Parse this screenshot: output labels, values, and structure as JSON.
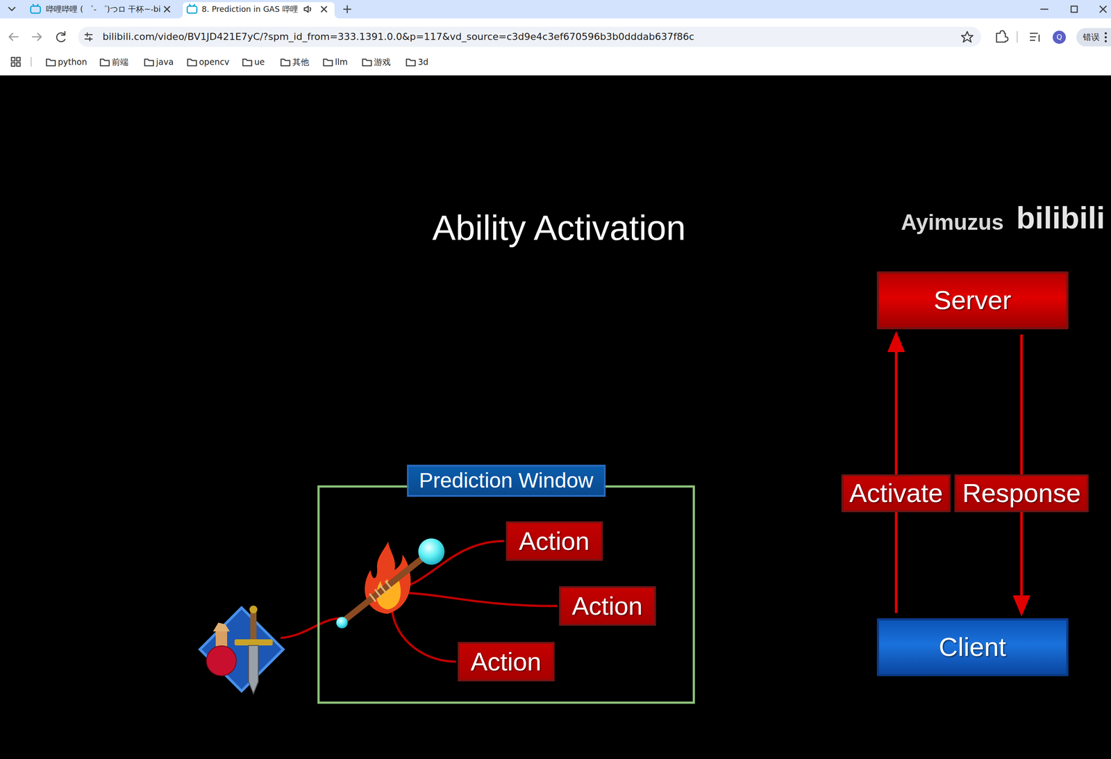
{
  "diagram": {
    "title": "Ability Activation",
    "nodes": [
      {
        "text": [
          "Server"
        ]
      },
      {
        "text": [
          "Prediction Window"
        ]
      },
      {
        "text": [
          "Action"
        ],
        "in": 1
      },
      {
        "text": [
          "Action"
        ],
        "in": 1
      },
      {
        "text": [
          "Action"
        ],
        "in": 1
      },
      {
        "text": [
          "Client"
        ]
      }
    ],
    "edges": [
      {
        "from": 5,
        "to": 0,
        "label": "Activate",
        "arrow": "to"
      },
      {
        "from": 0,
        "to": 5,
        "label": "Response",
        "arrow": "to"
      }
    ],
    "labels": [
      "哔哩哔哩 ( ゜- ゜)つロ 干杯~-bi",
      "8. Prediction in GAS 哔哩",
      "bilibili.com/video/BV1JD421E7yC/?spm_id_from=333.1391.0.0&p=117&vd_source=c3d9e4c3ef670596b3b0dddab637f86c",
      "python",
      "前端",
      "java",
      "opencv",
      "ue",
      "其他",
      "llm",
      "游戏",
      "3d",
      "Q",
      "错误",
      "Ayimuzus",
      "bilibili"
    ]
  }
}
